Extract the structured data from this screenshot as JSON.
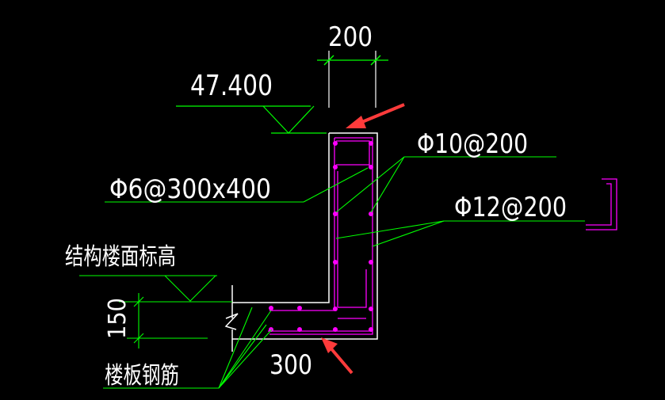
{
  "labels": {
    "dim_top": "200",
    "elevation": "47.400",
    "rebar_top_right": "Φ10@200",
    "stirrup": "Φ6@300x400",
    "rebar_mid_right": "Φ12@200",
    "structure_level": "结构楼面标高",
    "dim_left": "150",
    "slab_rebar": "楼板钢筋",
    "dim_bottom": "300"
  },
  "colors": {
    "background": "#000000",
    "outline": "#ffffff",
    "rebar": "#ff00ff",
    "leader": "#00ff00",
    "arrow": "#ff3b3b",
    "text": "#ffffff"
  }
}
